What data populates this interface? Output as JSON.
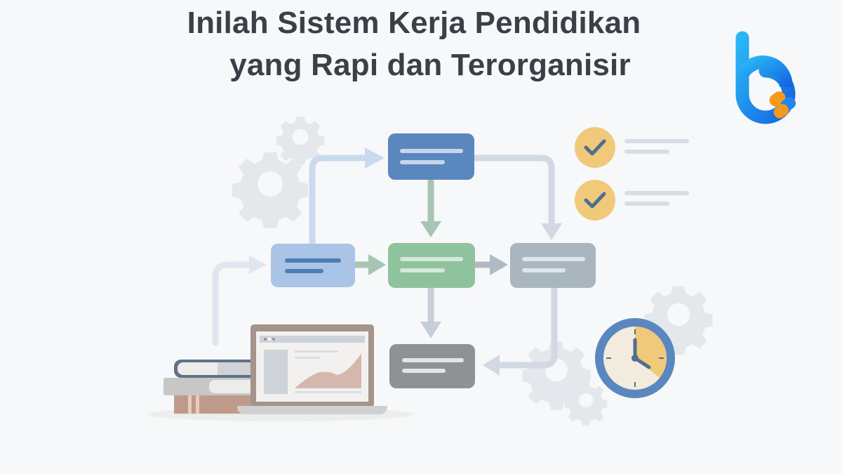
{
  "header": {
    "title_line1": "Inilah Sistem Kerja Pendidikan",
    "title_line2": "yang Rapi dan Terorganisir"
  },
  "brand": {
    "logo_letter": "b",
    "colors": {
      "primary": "#1e88f0",
      "accent": "#f59a1c"
    }
  },
  "diagram": {
    "nodes": [
      {
        "id": "start",
        "color": "#a9c4e6",
        "line_color": "#4f7db3"
      },
      {
        "id": "top",
        "color": "#5b87bf",
        "line_color": "#c5d6ec"
      },
      {
        "id": "middle",
        "color": "#8fc39d",
        "line_color": "#d4e9d9"
      },
      {
        "id": "right",
        "color": "#a9b6c0",
        "line_color": "#dfe5ea"
      },
      {
        "id": "bottom",
        "color": "#8f9194",
        "line_color": "#e3e4e6"
      }
    ],
    "checklist": [
      {
        "icon": "check-icon",
        "color": "#f0c97a"
      },
      {
        "icon": "check-icon",
        "color": "#f0c97a"
      }
    ],
    "clock": {
      "time": "4:00",
      "ring_color": "#5b87bf"
    },
    "icons": [
      "gear-icon",
      "laptop-icon",
      "books-icon",
      "clock-icon",
      "checklist-icon"
    ]
  }
}
